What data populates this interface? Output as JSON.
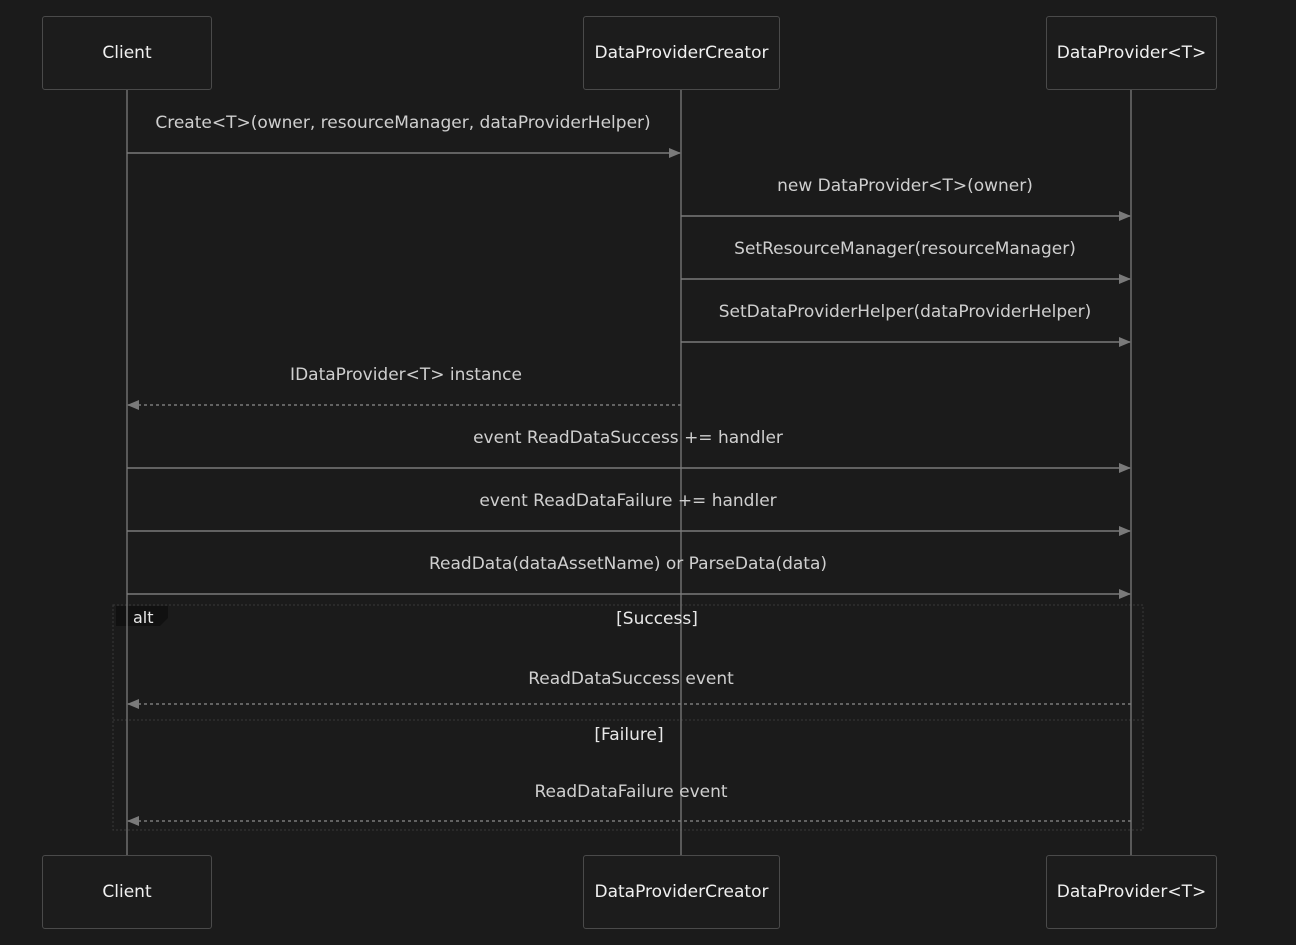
{
  "participants": {
    "client": "Client",
    "creator": "DataProviderCreator",
    "provider": "DataProvider<T>"
  },
  "messages": {
    "m1": "Create<T>(owner, resourceManager, dataProviderHelper)",
    "m2": "new DataProvider<T>(owner)",
    "m3": "SetResourceManager(resourceManager)",
    "m4": "SetDataProviderHelper(dataProviderHelper)",
    "m5": "IDataProvider<T> instance",
    "m6": "event ReadDataSuccess += handler",
    "m7": "event ReadDataFailure += handler",
    "m8": "ReadData(dataAssetName) or ParseData(data)",
    "m9": "ReadDataSuccess event",
    "m10": "ReadDataFailure event"
  },
  "alt": {
    "label": "alt",
    "success_guard": "[Success]",
    "failure_guard": "[Failure]"
  },
  "colors": {
    "background": "#1b1b1b",
    "line": "#6e6e6e",
    "text": "#cfcfcf"
  }
}
